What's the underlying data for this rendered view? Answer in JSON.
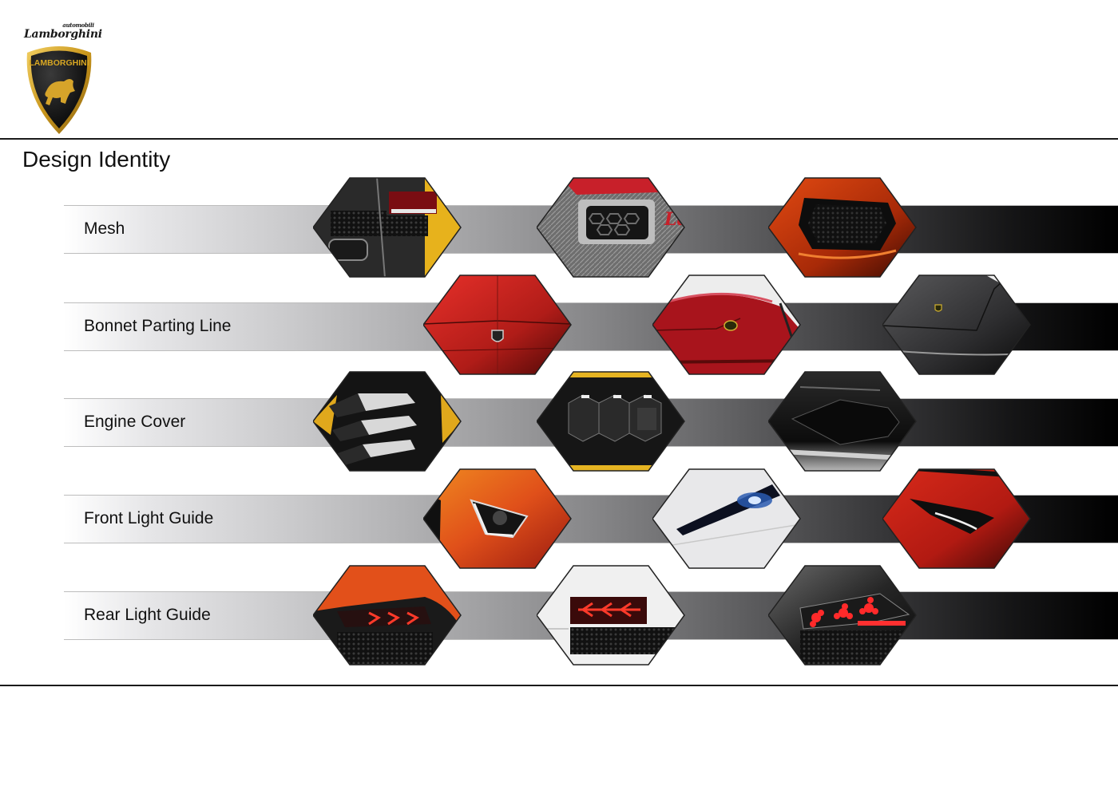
{
  "brand": {
    "script_small": "automobili",
    "script_main": "Lamborghini",
    "shield_text": "LAMBORGHINI",
    "colors": {
      "gold": "#d8a723",
      "black": "#111111"
    }
  },
  "page": {
    "title": "Design Identity"
  },
  "rows": [
    {
      "label": "Mesh",
      "images": [
        {
          "subject": "rear mesh grille with tail light, black and yellow"
        },
        {
          "subject": "carbon fibre honeycomb intake with red Lamborghini lettering"
        },
        {
          "subject": "orange hexagonal mesh intake"
        }
      ]
    },
    {
      "label": "Bonnet Parting Line",
      "images": [
        {
          "subject": "red bonnet centre crease with shield badge"
        },
        {
          "subject": "red bonnet side view with shield badge"
        },
        {
          "subject": "dark grey bonnet with gold shield badge"
        }
      ]
    },
    {
      "label": "Engine Cover",
      "images": [
        {
          "subject": "black louvred engine cover with yellow edges"
        },
        {
          "subject": "hexagonal glass engine cover, yellow trim"
        },
        {
          "subject": "black angular engine cover"
        }
      ]
    },
    {
      "label": "Front Light Guide",
      "images": [
        {
          "subject": "orange body Y-shaped headlight"
        },
        {
          "subject": "white body blue-lit headlight"
        },
        {
          "subject": "red body slim headlight"
        }
      ]
    },
    {
      "label": "Rear Light Guide",
      "images": [
        {
          "subject": "orange rear Y-shaped tail lights"
        },
        {
          "subject": "white rear red arrow tail lights"
        },
        {
          "subject": "dark rear red LED cross tail lights"
        }
      ]
    }
  ]
}
